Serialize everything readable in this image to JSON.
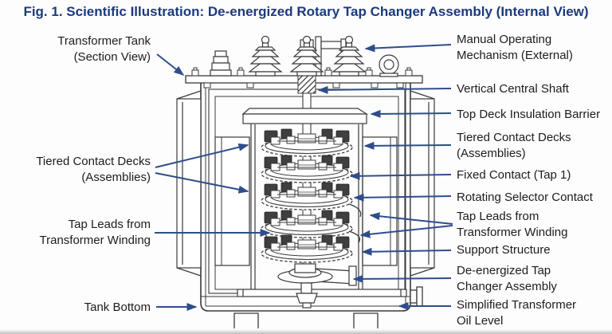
{
  "title": "Fig. 1. Scientific Illustration: De-energized Rotary Tap Changer Assembly (Internal View)",
  "colors": {
    "title_blue": "#1b3a7e",
    "arrow_blue": "#2e4d8b",
    "line_art": "#3a3a3a",
    "label_text": "#1c1c1c",
    "background": "#fdfdfd"
  },
  "labels": {
    "left": {
      "transformer_tank": {
        "lines": [
          "Transformer Tank",
          "(Section View)"
        ]
      },
      "tiered_contact_decks": {
        "lines": [
          "Tiered Contact Decks",
          "(Assemblies)"
        ]
      },
      "tap_leads": {
        "lines": [
          "Tap Leads from",
          "Transformer Winding"
        ]
      },
      "tank_bottom": {
        "lines": [
          "Tank Bottom"
        ]
      }
    },
    "right": {
      "manual_operating_mechanism": {
        "lines": [
          "Manual Operating",
          "Mechanism (External)"
        ]
      },
      "vertical_central_shaft": {
        "lines": [
          "Vertical Central Shaft"
        ]
      },
      "top_deck_insulation_barrier": {
        "lines": [
          "Top Deck Insulation Barrier"
        ]
      },
      "tiered_contact_decks": {
        "lines": [
          "Tiered Contact Decks",
          "(Assemblies)"
        ]
      },
      "fixed_contact": {
        "lines": [
          "Fixed Contact (Tap 1)"
        ]
      },
      "rotating_selector_contact": {
        "lines": [
          "Rotating Selector Contact"
        ]
      },
      "tap_leads": {
        "lines": [
          "Tap Leads from",
          "Transformer Winding"
        ]
      },
      "support_structure": {
        "lines": [
          "Support Structure"
        ]
      },
      "de_energized_assembly": {
        "lines": [
          "De-energized Tap",
          "Changer Assembly"
        ]
      },
      "oil_level": {
        "lines": [
          "Simplified Transformer",
          "Oil Level"
        ]
      }
    }
  }
}
